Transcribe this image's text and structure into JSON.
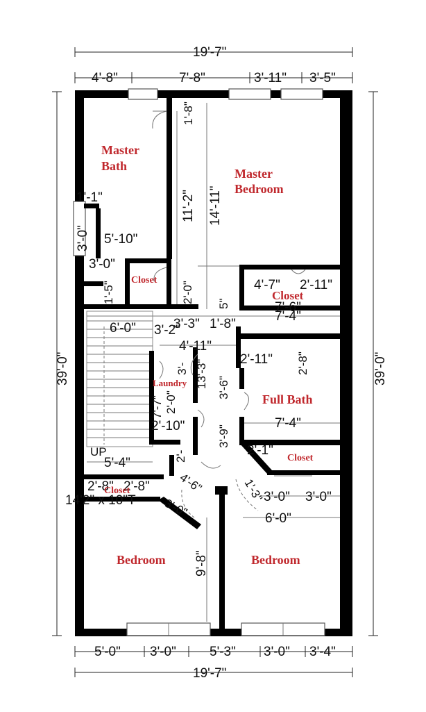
{
  "colors": {
    "wall": "#000000",
    "room_label": "#c0282d",
    "dimension": "#111111"
  },
  "rooms": {
    "master_bath_1": "Master",
    "master_bath_2": "Bath",
    "master_bedroom_1": "Master",
    "master_bedroom_2": "Bedroom",
    "closet_master": "Closet",
    "closet_right": "Closet",
    "laundry": "Laundry",
    "full_bath": "Full Bath",
    "closet_mid_right": "Closet",
    "closet_hall": "Closet",
    "bedroom_left": "Bedroom",
    "bedroom_right": "Bedroom"
  },
  "dimensions": {
    "overall_top": "19'-7\"",
    "overall_bottom": "19'-7\"",
    "overall_left": "39'-0\"",
    "overall_right": "39'-0\"",
    "top_1": "4'-8\"",
    "top_2": "7'-8\"",
    "top_3": "3'-11\"",
    "top_4": "3'-5\"",
    "bottom_1": "5'-0\"",
    "bottom_2": "3'-0\"",
    "bottom_3": "5'-3\"",
    "bottom_4": "3'-0\"",
    "bottom_5": "3'-4\"",
    "d_1_8": "1'-8\"",
    "d_11_2": "11'-2\"",
    "d_14_11": "14'-11\"",
    "d_1_1": "1'-1\"",
    "d_3_0_left": "3'-0\"",
    "d_5_10": "5'-10\"",
    "d_3_0_a": "3'-0\"",
    "d_1_5": "1'-5\"",
    "d_2_0": "2'-0\"",
    "d_5_": "5\"",
    "d_4_7": "4'-7\"",
    "d_2_11_top": "2'-11\"",
    "d_7_6": "7'-6\"",
    "d_7_4_top": "7'-4\"",
    "d_6_0_stair": "6'-0\"",
    "d_3_2": "3'-2\"",
    "d_3_3": "3'-3\"",
    "d_1_8b": "1'-8\"",
    "d_4_11": "4'-11\"",
    "d_2_11_mid": "2'-11\"",
    "d_2_8_v": "2'-8\"",
    "d_13_3": "13'-3\"",
    "d_3_6": "3'-6\"",
    "d_7_7": "7'-7\"",
    "d_2_0b": "2'-0\"",
    "d_3_": "3'-",
    "d_2_10": "2'-10\"",
    "d_3_9": "3'-9\"",
    "d_7_4_mid": "7'-4\"",
    "d_2_1": "2'-1\"",
    "d_5_4": "5'-4\"",
    "d_2_": "2'-",
    "d_2_8_a": "2'-8\"",
    "d_2_8_b": "2'-8\"",
    "d_142x10": "14'2\" x 10\"T",
    "d_3_0_diag": "3'-0\"",
    "d_4_6": "4'-6\"",
    "d_1_3": "1'-3\"",
    "d_3_0_c1": "3'-0\"",
    "d_3_0_c2": "3'-0\"",
    "d_6_0_right": "6'-0\"",
    "d_9_8": "9'-8\"",
    "d_up": "UP"
  }
}
